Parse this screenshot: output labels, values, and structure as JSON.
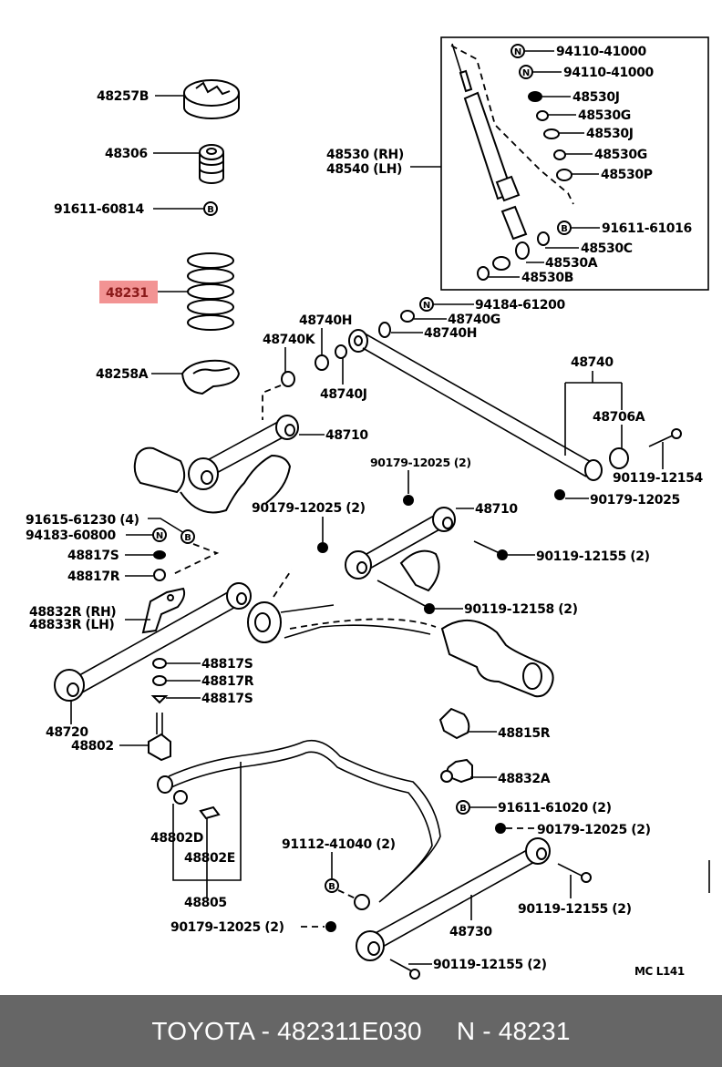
{
  "diagram": {
    "title": "Rear suspension parts diagram",
    "highlight_color": "#f08080",
    "highlighted_part": "48231",
    "diagram_code": "MC L141",
    "inset_box_parts": {
      "shock_absorber": "48530 (RH)",
      "shock_absorber_lh": "48540 (LH)",
      "n1": "94110-41000",
      "n2": "94110-41000",
      "p1": "48530J",
      "p2": "48530G",
      "p3": "48530J",
      "p4": "48530G",
      "p5": "48530P",
      "b1": "91611-61016",
      "p6": "48530C",
      "p7": "48530A",
      "p8": "48530B"
    },
    "labels": {
      "l48257B": "48257B",
      "l48306": "48306",
      "l91611_60814": "91611-60814",
      "l48231": "48231",
      "l48258A": "48258A",
      "l94184": "94184-61200",
      "l48740G": "48740G",
      "l48740H_a": "48740H",
      "l48740H_b": "48740H",
      "l48740K": "48740K",
      "l48740J": "48740J",
      "l48740": "48740",
      "l48706A": "48706A",
      "l90119_12154": "90119-12154",
      "l90179_12025_r": "90179-12025",
      "l90179_12025_2a": "90179-12025 (2)",
      "l90179_12025_2b": "90179-12025 (2)",
      "l48710_a": "48710",
      "l48710_b": "48710",
      "l90119_12155_a": "90119-12155 (2)",
      "l90119_12158": "90119-12158 (2)",
      "l91615": "91615-61230 (4)",
      "l94183": "94183-60800",
      "l48817S_a": "48817S",
      "l48817R_a": "48817R",
      "l48832R": "48832R (RH)",
      "l48833R": "48833R (LH)",
      "l48817S_b": "48817S",
      "l48817R_b": "48817R",
      "l48817S_c": "48817S",
      "l48720": "48720",
      "l48802": "48802",
      "l48815R": "48815R",
      "l48832A": "48832A",
      "l91611_61020": "91611-61020 (2)",
      "l90179_12025_2c": "90179-12025 (2)",
      "l48802D": "48802D",
      "l48802E": "48802E",
      "l48805": "48805",
      "l91112": "91112-41040 (2)",
      "l90179_12025_2d": "90179-12025 (2)",
      "l48730": "48730",
      "l90119_12155_b": "90119-12155 (2)",
      "l90119_12155_c": "90119-12155 (2)"
    },
    "symbols": {
      "nut": "N",
      "bolt": "B"
    }
  },
  "footer": {
    "brand_part": "TOYOTA - 482311E030",
    "ref": "N - 48231"
  }
}
